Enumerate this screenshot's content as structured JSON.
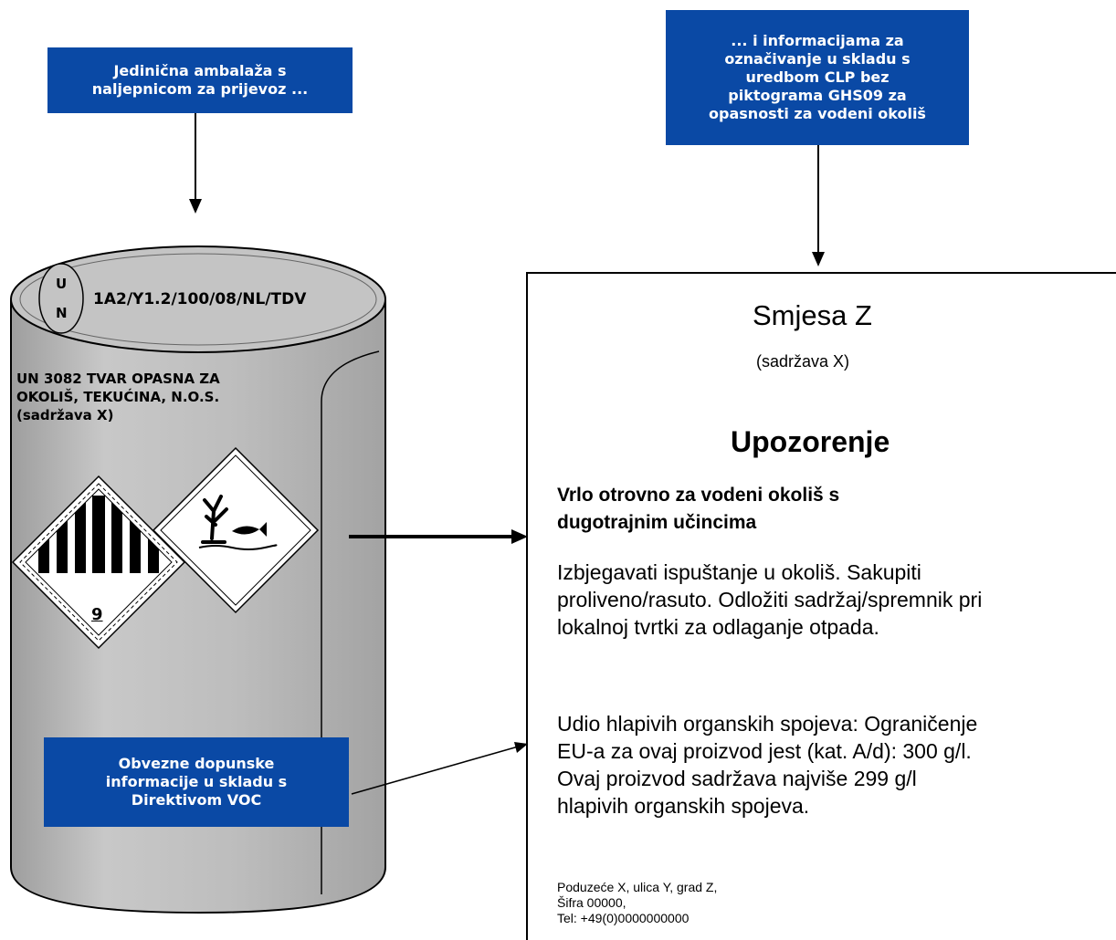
{
  "callouts": {
    "transport": [
      "Jedinična ambalaža s",
      "naljepnicom za prijevoz ..."
    ],
    "clp": [
      "... i informacijama za",
      "označivanje u skladu s",
      "uredbom CLP bez",
      "piktograma GHS09 za",
      "opasnosti za vodeni okoliš"
    ],
    "voc": [
      "Obvezne dopunske",
      "informacije u skladu s",
      "Direktivom VOC"
    ]
  },
  "drum": {
    "un_mark_top": "U",
    "un_mark_bottom": "N",
    "package_code": "1A2/Y1.2/100/08/NL/TDV",
    "shipping_name": [
      "UN 3082 TVAR OPASNA ZA",
      "OKOLIŠ, TEKUĆINA, N.O.S.",
      "(sadržava X)"
    ],
    "class_number": "9",
    "body_color": "#bdbdbd",
    "lid_color": "#c4c4c4"
  },
  "label": {
    "product": "Smjesa Z",
    "contains": "(sadržava X)",
    "signal_word": "Upozorenje",
    "hazard": [
      "Vrlo otrovno za vodeni okoliš s",
      "dugotrajnim učincima"
    ],
    "precautions": [
      "Izbjegavati ispuštanje u okoliš. Sakupiti",
      "proliveno/rasuto. Odložiti sadržaj/spremnik pri",
      "lokalnoj tvrtki za odlaganje otpada."
    ],
    "voc": [
      "Udio hlapivih organskih spojeva: Ograničenje",
      "EU-a za ovaj proizvod jest (kat. A/d): 300 g/l.",
      "Ovaj proizvod sadržava najviše 299 g/l",
      "hlapivih organskih spojeva."
    ],
    "supplier": [
      "Poduzeće X, ulica Y, grad Z,",
      "Šifra 00000,",
      "Tel: +49(0)0000000000"
    ]
  },
  "colors": {
    "callout_bg": "#0a49a5",
    "callout_text": "#ffffff"
  }
}
